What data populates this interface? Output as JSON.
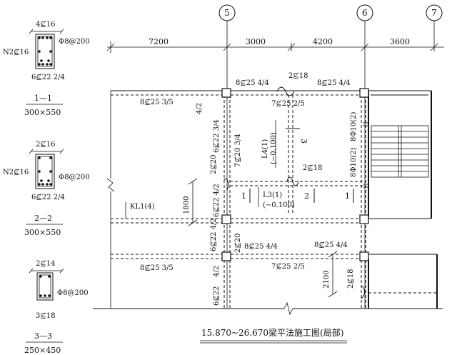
{
  "grid_axes": [
    "5",
    "6",
    "7"
  ],
  "dimensions": [
    "7200",
    "3000",
    "4200",
    "3600"
  ],
  "sections": [
    {
      "id": "1-1",
      "title": "1—1",
      "size": "300×550",
      "top": "4⊈16",
      "bottom": "6⊈22  2/4",
      "side": "N2⊈16",
      "stirrup": "Φ8@200"
    },
    {
      "id": "2-2",
      "title": "2—2",
      "size": "300×550",
      "top": "2⊈16",
      "bottom": "6⊈22  2/4",
      "side": "N2⊈16",
      "stirrup": "Φ8@200"
    },
    {
      "id": "3-3",
      "title": "3—3",
      "size": "250×450",
      "top": "2⊈14",
      "bottom": "3⊈18",
      "side": "",
      "stirrup": "Φ8@200"
    }
  ],
  "annotations": {
    "top_beam_a": "8⊈25   4/4",
    "top_beam_b": "8⊈25   4/4",
    "top_beam_hook": "2⊈18",
    "left_beam_top": "8⊈25   3/5",
    "mid_beam_top": "7⊈25   2/5",
    "left_beam_bot": "8⊈25   3/5",
    "mid_beam_bot": "7⊈25   2/5",
    "lower_beam_a": "8⊈25   4/4",
    "lower_beam_b": "8⊈25   4/4",
    "col_upper_a": "6⊈22   3/4",
    "col_upper_b": "4/2",
    "col_mid_a": "2⊈20",
    "col_mid_b": "6⊈22   4/2",
    "col_lower": "6⊈22   4/2",
    "col_bottom_a": "6⊈22",
    "col_bottom_b": "4/2",
    "mid_vert_a": "7⊈20   3/4",
    "mid_vert_b": "2⊈20",
    "l4_name": "L4(1)",
    "l4_elev": "(−0.100)",
    "l3_name": "L3(1)",
    "l3_elev": "(−0.100)",
    "hook_mid": "2⊈18",
    "hook_right": "2⊈18",
    "kl1": "KL1(4)",
    "dim_1800": "1800",
    "dim_2100": "2100",
    "phi_upper": "8Φ10(2)",
    "phi_lower": "8Φ10(2)",
    "cut_1": "1",
    "cut_2": "2",
    "cut_3": "3"
  },
  "caption": "15.870~26.670梁平法施工图(局部)"
}
